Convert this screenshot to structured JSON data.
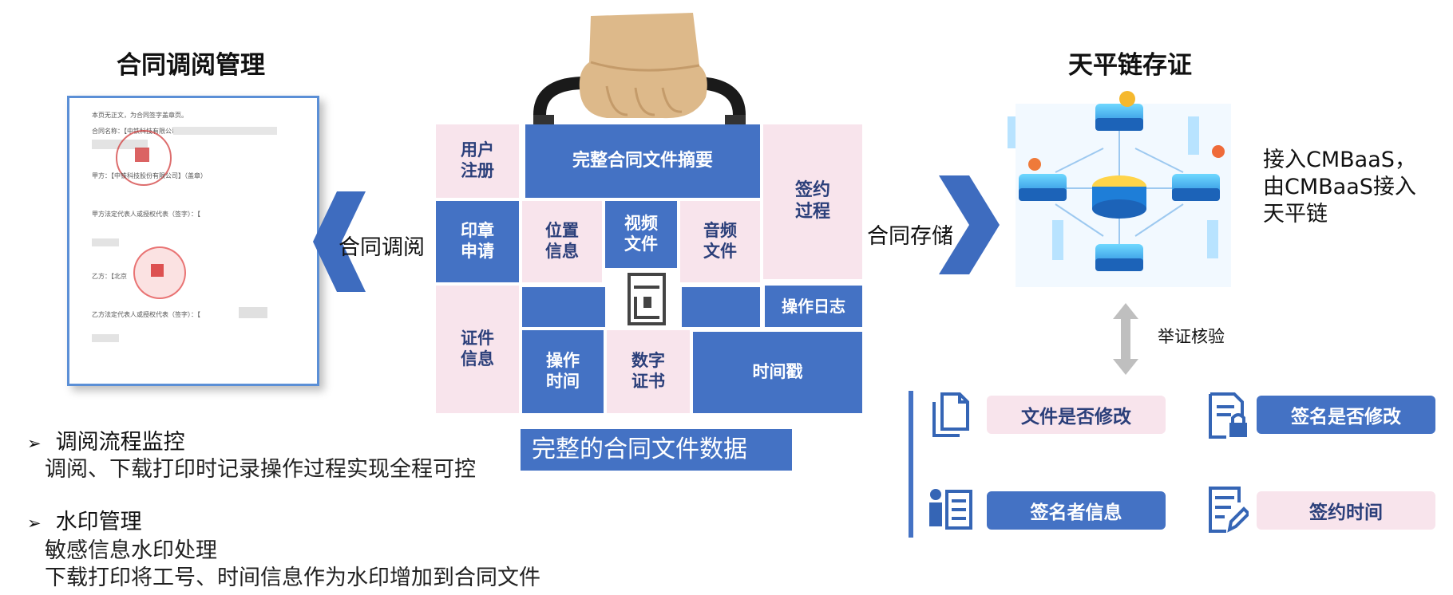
{
  "left": {
    "title": "合同调阅管理",
    "doc_lines": [
      "本页无正文，为合同签字盖章页。",
      "合同名称：【中铁科技有限公司",
      "甲方：【中铁科技股份有限公司】（盖章）",
      "甲方法定代表人或授权代表（签字）：【",
      "乙方：【北京",
      "乙方法定代表人或授权代表（签字）：【"
    ],
    "arrow_label": "合同调阅",
    "bullets": [
      {
        "head": "调阅流程监控",
        "lines": [
          "调阅、下载打印时记录操作过程实现全程可控"
        ]
      },
      {
        "head": "水印管理",
        "lines": [
          "敏感信息水印处理",
          "下载打印将工号、时间信息作为水印增加到合同文件"
        ]
      }
    ],
    "bullet_symbol": "➢"
  },
  "center": {
    "cells": {
      "user_reg": "用户\n注册",
      "summary": "完整合同文件摘要",
      "signing": "签约\n过程",
      "seal": "印章\n申请",
      "location": "位置\n信息",
      "video": "视频\n文件",
      "audio": "音频\n文件",
      "oplog": "操作日志",
      "cert_info": "证件\n信息",
      "op_time": "操作\n时间",
      "digital_cert": "数字\n证书",
      "timestamp": "时间戳"
    },
    "caption": "完整的合同文件数据"
  },
  "right": {
    "title": "天平链存证",
    "arrow_label": "合同存储",
    "cmbaas_lines": [
      "接入CMBaaS，",
      "由CMBaaS接入",
      "天平链"
    ],
    "verify_label": "举证核验",
    "checks": [
      {
        "label": "文件是否修改",
        "icon": "document-icon",
        "style": "pink"
      },
      {
        "label": "签名是否修改",
        "icon": "locked-document-icon",
        "style": "blue"
      },
      {
        "label": "签名者信息",
        "icon": "signer-info-icon",
        "style": "blue"
      },
      {
        "label": "签约时间",
        "icon": "signing-edit-icon",
        "style": "pink"
      }
    ]
  },
  "colors": {
    "blue": "#4472c4",
    "pink": "#f8e4ec",
    "dark_blue_text": "#2b3f7a",
    "hand": "#ddb98a",
    "bag_handle": "#1a1a1a"
  }
}
